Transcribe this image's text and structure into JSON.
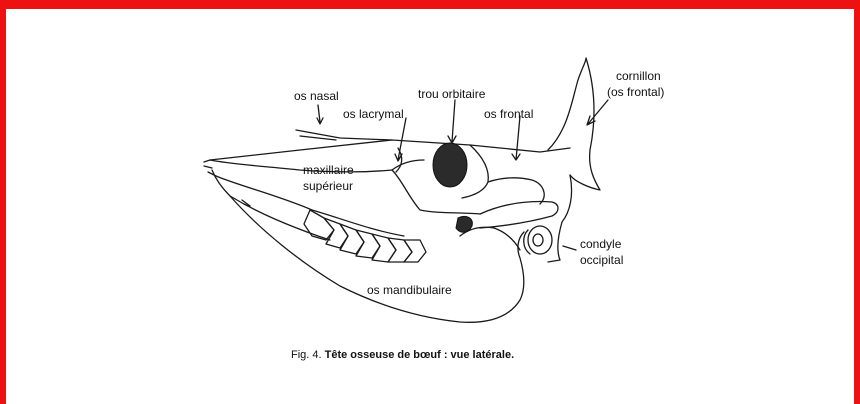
{
  "figure": {
    "frame_color": "#ee1111",
    "labels": {
      "os_nasal": "os nasal",
      "os_lacrymal": "os lacrymal",
      "trou_orbitaire": "trou orbitaire",
      "os_frontal": "os frontal",
      "cornillon_1": "cornillon",
      "cornillon_2": "(os frontal)",
      "maxillaire_1": "maxillaire",
      "maxillaire_2": "supérieur",
      "condyle_1": "condyle",
      "condyle_2": "occipital",
      "os_mandibulaire": "os mandibulaire"
    },
    "caption": {
      "prefix": "Fig. 4. ",
      "title": "Tête osseuse de bœuf : vue latérale."
    }
  }
}
